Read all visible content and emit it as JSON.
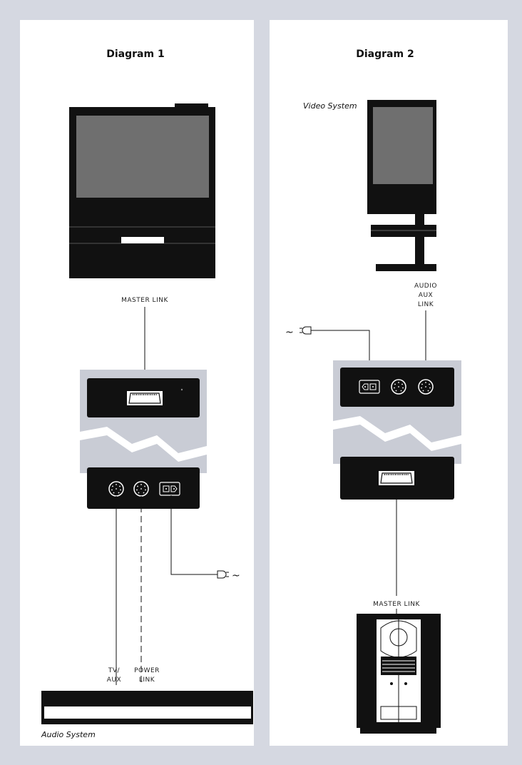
{
  "diagram1": {
    "title": "Diagram 1",
    "master_link_label": "MASTER LINK",
    "tv_aux_label_1": "TV/",
    "tv_aux_label_2": "AUX",
    "power_link_label_1": "POWER",
    "power_link_label_2": "LINK",
    "mains_symbol": "~",
    "audio_system_label": "Audio System"
  },
  "diagram2": {
    "title": "Diagram 2",
    "video_system_label": "Video System",
    "audio_aux_link_1": "AUDIO",
    "audio_aux_link_2": "AUX",
    "audio_aux_link_3": "LINK",
    "mains_symbol": "~",
    "master_link_label": "MASTER LINK"
  },
  "colors": {
    "background": "#d5d8e1",
    "panel": "#ffffff",
    "device": "#111111",
    "screen": "#6f6f6f"
  }
}
